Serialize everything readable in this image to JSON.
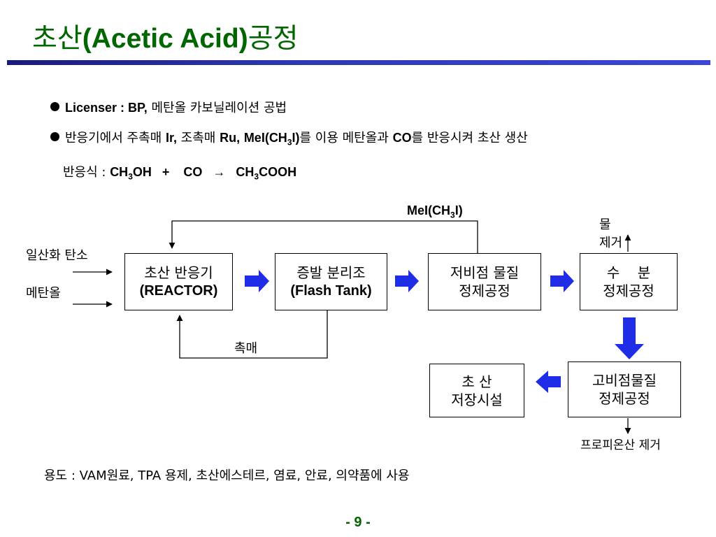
{
  "title": {
    "hangul_prefix": "초산",
    "latin": "(Acetic Acid)",
    "hangul_suffix": "공정"
  },
  "bullets": {
    "licenser": {
      "label": "Licenser : BP,",
      "text": " 메탄올 카보닐레이션 공법"
    },
    "process": {
      "t1": "반응기에서 주촉매 ",
      "ir": "Ir,",
      "t2": " 조촉매 ",
      "ru": "Ru,",
      "mei": "MeI(CH",
      "mei_sub": "3",
      "mei_end": "I)",
      "t3": "를 이용 메탄올과 ",
      "co": "CO",
      "t4": "를 반응시켜 초산 생산"
    },
    "reaction": {
      "label": "반응식 : ",
      "r1": "CH",
      "r1_sub": "3",
      "r1_end": "OH   +    CO   →   CH",
      "r2_sub": "3",
      "r2_end": "COOH"
    }
  },
  "diagram": {
    "reactor": {
      "line1": "초산 반응기",
      "line2": "(REACTOR)"
    },
    "flash": {
      "line1": "증발 분리조",
      "line2": "(Flash Tank)"
    },
    "low_boiling": {
      "line1": "저비점 물질",
      "line2": "정제공정"
    },
    "water": {
      "line1": "수    분",
      "line2": "정제공정"
    },
    "high_boiling": {
      "line1": "고비점물질",
      "line2": "정제공정"
    },
    "storage": {
      "line1": "초 산",
      "line2": "저장시설"
    },
    "input_co": "일산화 탄소",
    "input_methanol": "메탄올",
    "recycle_mei": "MeI(CH",
    "recycle_mei_sub": "3",
    "recycle_mei_end": "I)",
    "catalyst_recycle": "촉매",
    "water_removal_1": "물",
    "water_removal_2": "제거",
    "propionic_removal": "프로피온산 제거",
    "colors": {
      "flow_arrow": "#1f2ee6",
      "line": "#000000"
    }
  },
  "uses": "용도 : VAM원료, TPA 용제, 초산에스테르, 염료, 안료, 의약품에 사용",
  "page_number": "- 9 -"
}
